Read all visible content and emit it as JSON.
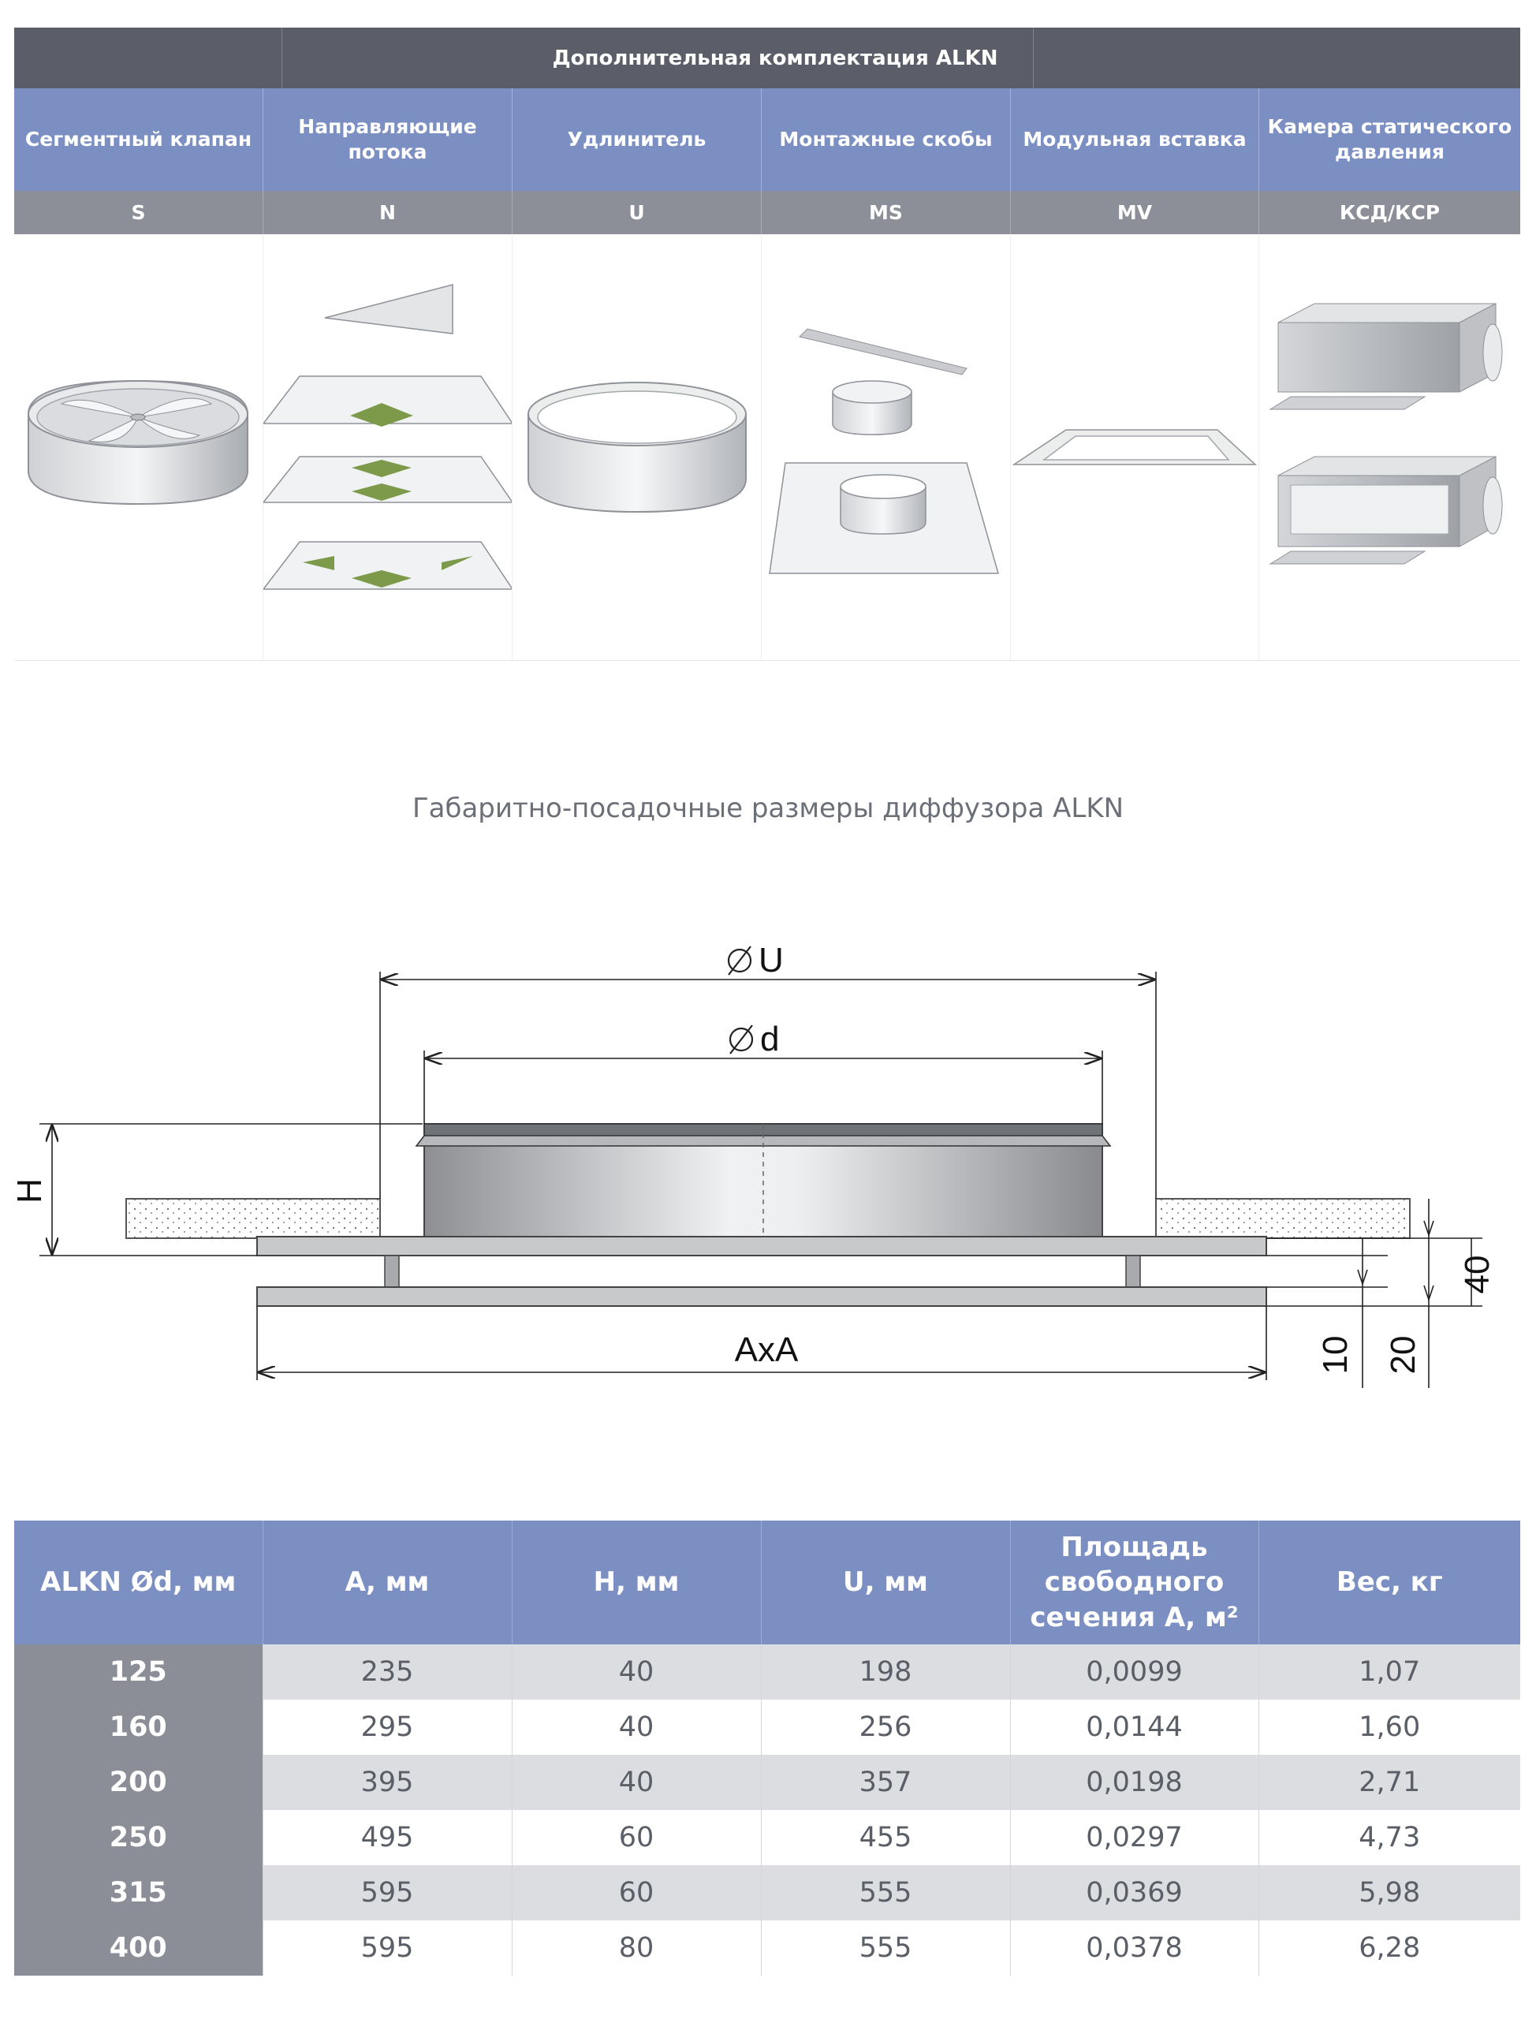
{
  "accessories": {
    "title": "Дополнительная комплектация ALKN",
    "items": [
      {
        "name": "Сегментный клапан",
        "code": "S",
        "icon": "segment-damper-icon"
      },
      {
        "name": "Направляющие потока",
        "code": "N",
        "icon": "flow-guides-icon"
      },
      {
        "name": "Удлинитель",
        "code": "U",
        "icon": "extension-ring-icon"
      },
      {
        "name": "Монтажные скобы",
        "code": "MS",
        "icon": "mounting-brackets-icon"
      },
      {
        "name": "Модульная вставка",
        "code": "MV",
        "icon": "modular-insert-icon"
      },
      {
        "name": "Камера статического давления",
        "code": "КСД/КСР",
        "icon": "plenum-box-icon"
      }
    ]
  },
  "dimensions": {
    "title": "Габаритно-посадочные размеры диффузора ALKN",
    "labels": {
      "u": "U",
      "d": "d",
      "h": "H",
      "axa": "AxA",
      "dim_40": "40",
      "dim_10": "10",
      "dim_20": "20"
    }
  },
  "table": {
    "headers": [
      "ALKN Ød, мм",
      "А, мм",
      "Н, мм",
      "U, мм",
      "Площадь свободного сечения А, м²",
      "Вес, кг"
    ],
    "rows": [
      [
        "125",
        "235",
        "40",
        "198",
        "0,0099",
        "1,07"
      ],
      [
        "160",
        "295",
        "40",
        "256",
        "0,0144",
        "1,60"
      ],
      [
        "200",
        "395",
        "40",
        "357",
        "0,0198",
        "2,71"
      ],
      [
        "250",
        "495",
        "60",
        "455",
        "0,0297",
        "4,73"
      ],
      [
        "315",
        "595",
        "60",
        "555",
        "0,0369",
        "5,98"
      ],
      [
        "400",
        "595",
        "80",
        "555",
        "0,0378",
        "6,28"
      ]
    ]
  }
}
